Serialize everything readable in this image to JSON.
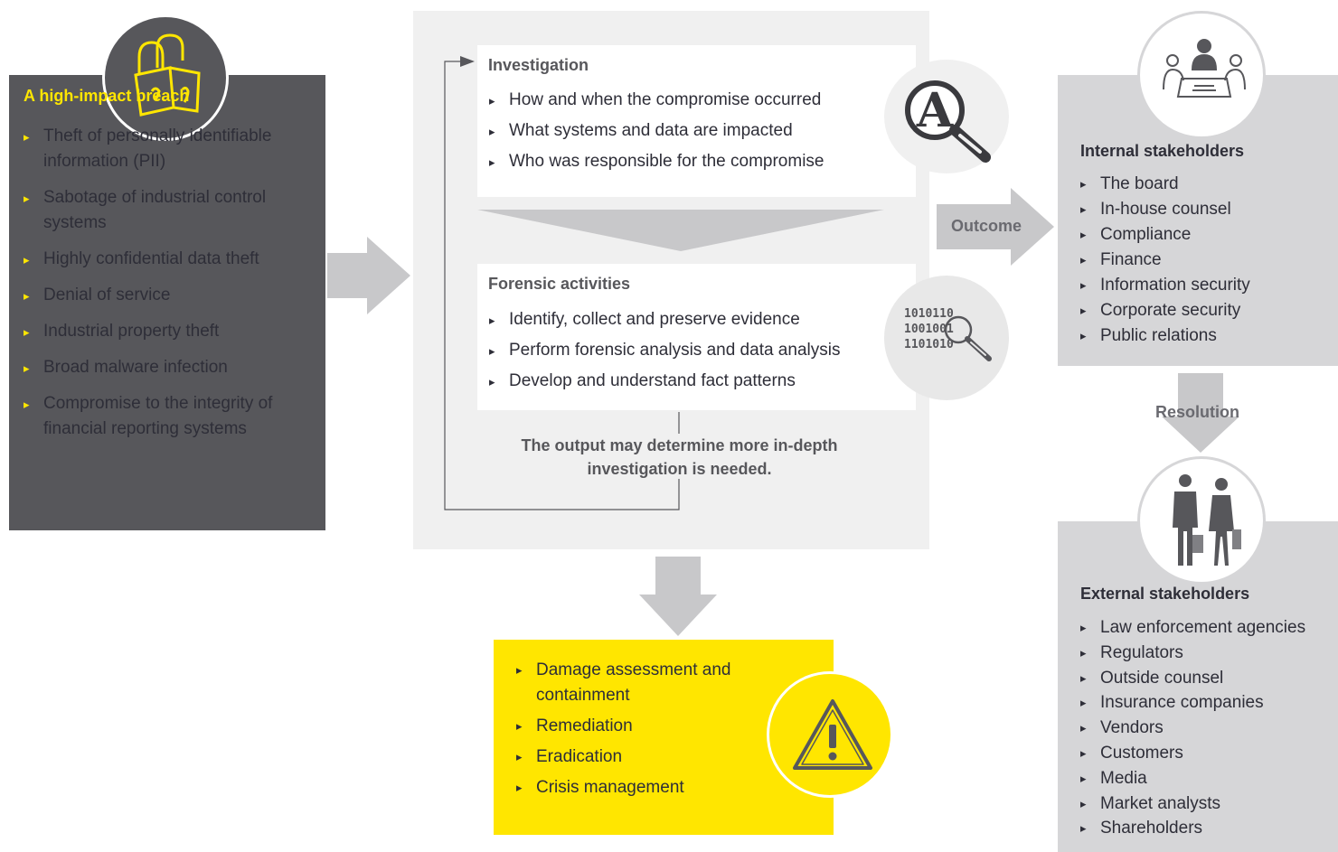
{
  "breach": {
    "title": "A high-impact breach",
    "items": [
      "Theft of personally identifiable information (PII)",
      "Sabotage of industrial control systems",
      "Highly confidential data theft",
      "Denial of service",
      "Industrial property theft",
      "Broad malware infection",
      "Compromise to the integrity of financial reporting systems"
    ]
  },
  "investigation": {
    "title": "Investigation",
    "items": [
      "How and when the compromise occurred",
      "What systems and data are impacted",
      "Who was responsible for the compromise"
    ]
  },
  "forensic": {
    "title": "Forensic activities",
    "items": [
      "Identify, collect and preserve evidence",
      "Perform forensic analysis and data analysis",
      "Develop and understand fact patterns"
    ],
    "binary_lines": [
      "1010110",
      "1001001",
      "1101010"
    ]
  },
  "output_note": "The output may determine more in-depth investigation is needed.",
  "flow": {
    "outcome": "Outcome",
    "resolution": "Resolution"
  },
  "internal": {
    "title": "Internal stakeholders",
    "items": [
      "The board",
      "In-house counsel",
      "Compliance",
      "Finance",
      "Information security",
      "Corporate security",
      "Public relations"
    ]
  },
  "external": {
    "title": "External stakeholders",
    "items": [
      "Law enforcement agencies",
      "Regulators",
      "Outside counsel",
      "Insurance companies",
      "Vendors",
      "Customers",
      "Media",
      "Market analysts",
      "Shareholders"
    ]
  },
  "actions": {
    "items": [
      "Damage assessment and containment",
      "Remediation",
      "Eradication",
      "Crisis management"
    ]
  },
  "colors": {
    "dark_panel": "#57575b",
    "accent_yellow": "#ffe600",
    "light_grey": "#d6d6d8",
    "panel_grey": "#f0f0f0",
    "arrow_grey": "#c8c8ca"
  }
}
